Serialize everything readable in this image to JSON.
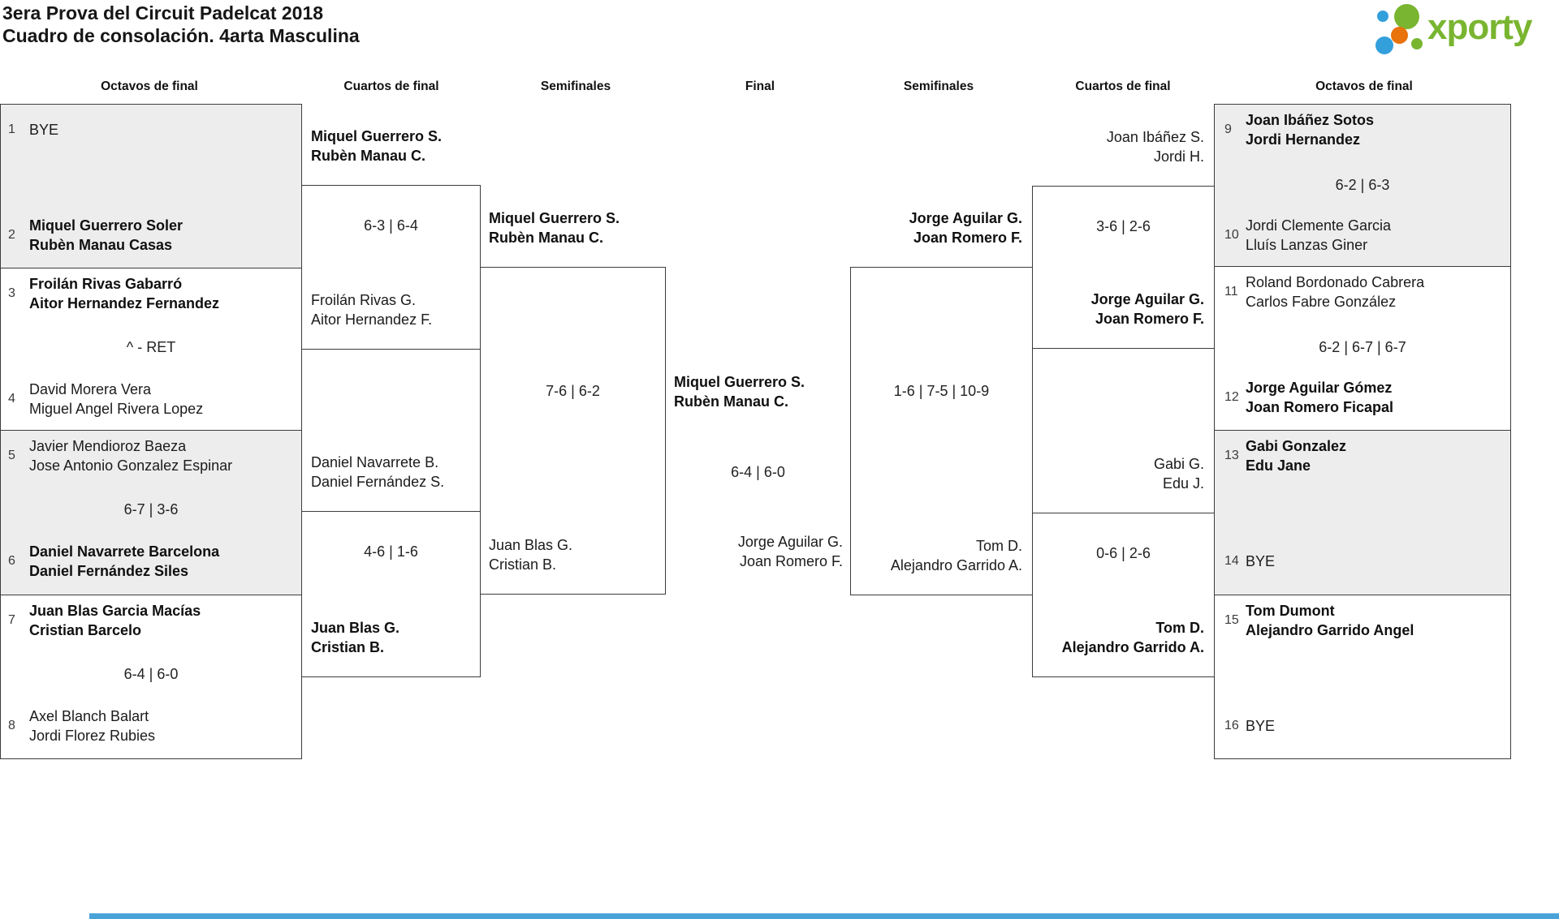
{
  "title": {
    "line1": "3era Prova del Circuit Padelcat 2018",
    "line2": "Cuadro de consolación. 4arta Masculina"
  },
  "logo": {
    "text": "xporty"
  },
  "colors": {
    "logo_green": "#79b530",
    "logo_orange": "#e8720c",
    "logo_blue": "#33a0dc",
    "box_gray": "#ededed",
    "border_dark": "#3c3c3c",
    "bottom_bar_blue": "#4aa3d8"
  },
  "round_headers": {
    "left_octavos": "Octavos de final",
    "left_cuartos": "Cuartos de final",
    "left_semis": "Semifinales",
    "final": "Final",
    "right_semis": "Semifinales",
    "right_cuartos": "Cuartos de final",
    "right_octavos": "Octavos de final"
  },
  "entries": [
    {
      "seed": "1",
      "line1": "BYE",
      "line2": ""
    },
    {
      "seed": "2",
      "line1": "Miquel Guerrero Soler",
      "line2": "Rubèn Manau Casas"
    },
    {
      "seed": "3",
      "line1": "Froilán Rivas Gabarró",
      "line2": "Aitor Hernandez Fernandez"
    },
    {
      "seed": "4",
      "line1": "David Morera Vera",
      "line2": "Miguel Angel Rivera Lopez"
    },
    {
      "seed": "5",
      "line1": "Javier Mendioroz Baeza",
      "line2": "Jose Antonio Gonzalez Espinar"
    },
    {
      "seed": "6",
      "line1": "Daniel Navarrete Barcelona",
      "line2": "Daniel Fernández Siles"
    },
    {
      "seed": "7",
      "line1": "Juan Blas Garcia Macías",
      "line2": "Cristian Barcelo"
    },
    {
      "seed": "8",
      "line1": "Axel Blanch Balart",
      "line2": "Jordi Florez Rubies"
    },
    {
      "seed": "9",
      "line1": "Joan Ibáñez Sotos",
      "line2": "Jordi Hernandez"
    },
    {
      "seed": "10",
      "line1": "Jordi Clemente Garcia",
      "line2": "Lluís Lanzas Giner"
    },
    {
      "seed": "11",
      "line1": "Roland Bordonado Cabrera",
      "line2": "Carlos Fabre González"
    },
    {
      "seed": "12",
      "line1": "Jorge Aguilar Gómez",
      "line2": "Joan Romero Ficapal"
    },
    {
      "seed": "13",
      "line1": "Gabi Gonzalez",
      "line2": "Edu Jane"
    },
    {
      "seed": "14",
      "line1": "BYE",
      "line2": ""
    },
    {
      "seed": "15",
      "line1": "Tom Dumont",
      "line2": "Alejandro Garrido Angel"
    },
    {
      "seed": "16",
      "line1": "BYE",
      "line2": ""
    }
  ],
  "octavos_scores": {
    "m2": "^ - RET",
    "m3": "6-7 | 3-6",
    "m4": "6-4 | 6-0",
    "m5": "6-2 | 6-3",
    "m6": "6-2 | 6-7 | 6-7"
  },
  "quarterfinals": [
    {
      "top1": "Miquel Guerrero S.",
      "top2": "Rubèn Manau C.",
      "score": "6-3 | 6-4",
      "bottom1": "Froilán Rivas G.",
      "bottom2": "Aitor Hernandez F."
    },
    {
      "top1": "Daniel Navarrete B.",
      "top2": "Daniel Fernández S.",
      "score": "4-6 | 1-6",
      "bottom1": "Juan Blas G.",
      "bottom2": "Cristian B."
    },
    {
      "top1": "Joan Ibáñez S.",
      "top2": "Jordi H.",
      "score": "3-6 | 2-6",
      "bottom1": "Jorge Aguilar G.",
      "bottom2": "Joan Romero F."
    },
    {
      "top1": "Gabi G.",
      "top2": "Edu J.",
      "score": "0-6 | 2-6",
      "bottom1": "Tom D.",
      "bottom2": "Alejandro Garrido A."
    }
  ],
  "semifinals": [
    {
      "top1": "Miquel Guerrero S.",
      "top2": "Rubèn Manau C.",
      "score": "7-6 | 6-2",
      "bottom1": "Juan Blas G.",
      "bottom2": "Cristian B."
    },
    {
      "top1": "Jorge Aguilar G.",
      "top2": "Joan Romero F.",
      "score": "1-6 | 7-5 | 10-9",
      "bottom1": "Tom D.",
      "bottom2": "Alejandro Garrido A."
    }
  ],
  "final": {
    "winner1": "Miquel Guerrero S.",
    "winner2": "Rubèn Manau C.",
    "score": "6-4 | 6-0",
    "runnerup1": "Jorge Aguilar G.",
    "runnerup2": "Joan Romero F."
  }
}
